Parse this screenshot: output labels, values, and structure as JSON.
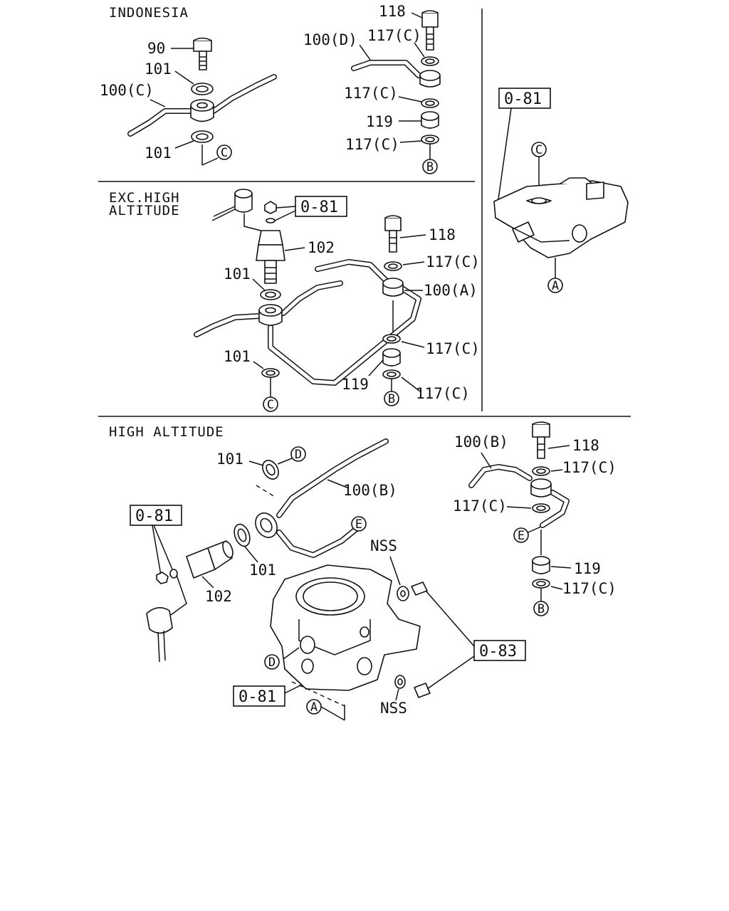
{
  "sections": {
    "indonesia": "INDONESIA",
    "exc_high_altitude_1": "EXC.HIGH",
    "exc_high_altitude_2": "ALTITUDE",
    "high_altitude": "HIGH ALTITUDE"
  },
  "refs": {
    "r081": "0-81",
    "r083": "0-83"
  },
  "circles": {
    "A": "A",
    "B": "B",
    "C": "C",
    "D": "D",
    "E": "E"
  },
  "labels": {
    "p90": "90",
    "p100a": "100(A)",
    "p100b": "100(B)",
    "p100c": "100(C)",
    "p100d": "100(D)",
    "p101": "101",
    "p102": "102",
    "p117c": "117(C)",
    "p118": "118",
    "p119": "119",
    "nss": "NSS"
  }
}
